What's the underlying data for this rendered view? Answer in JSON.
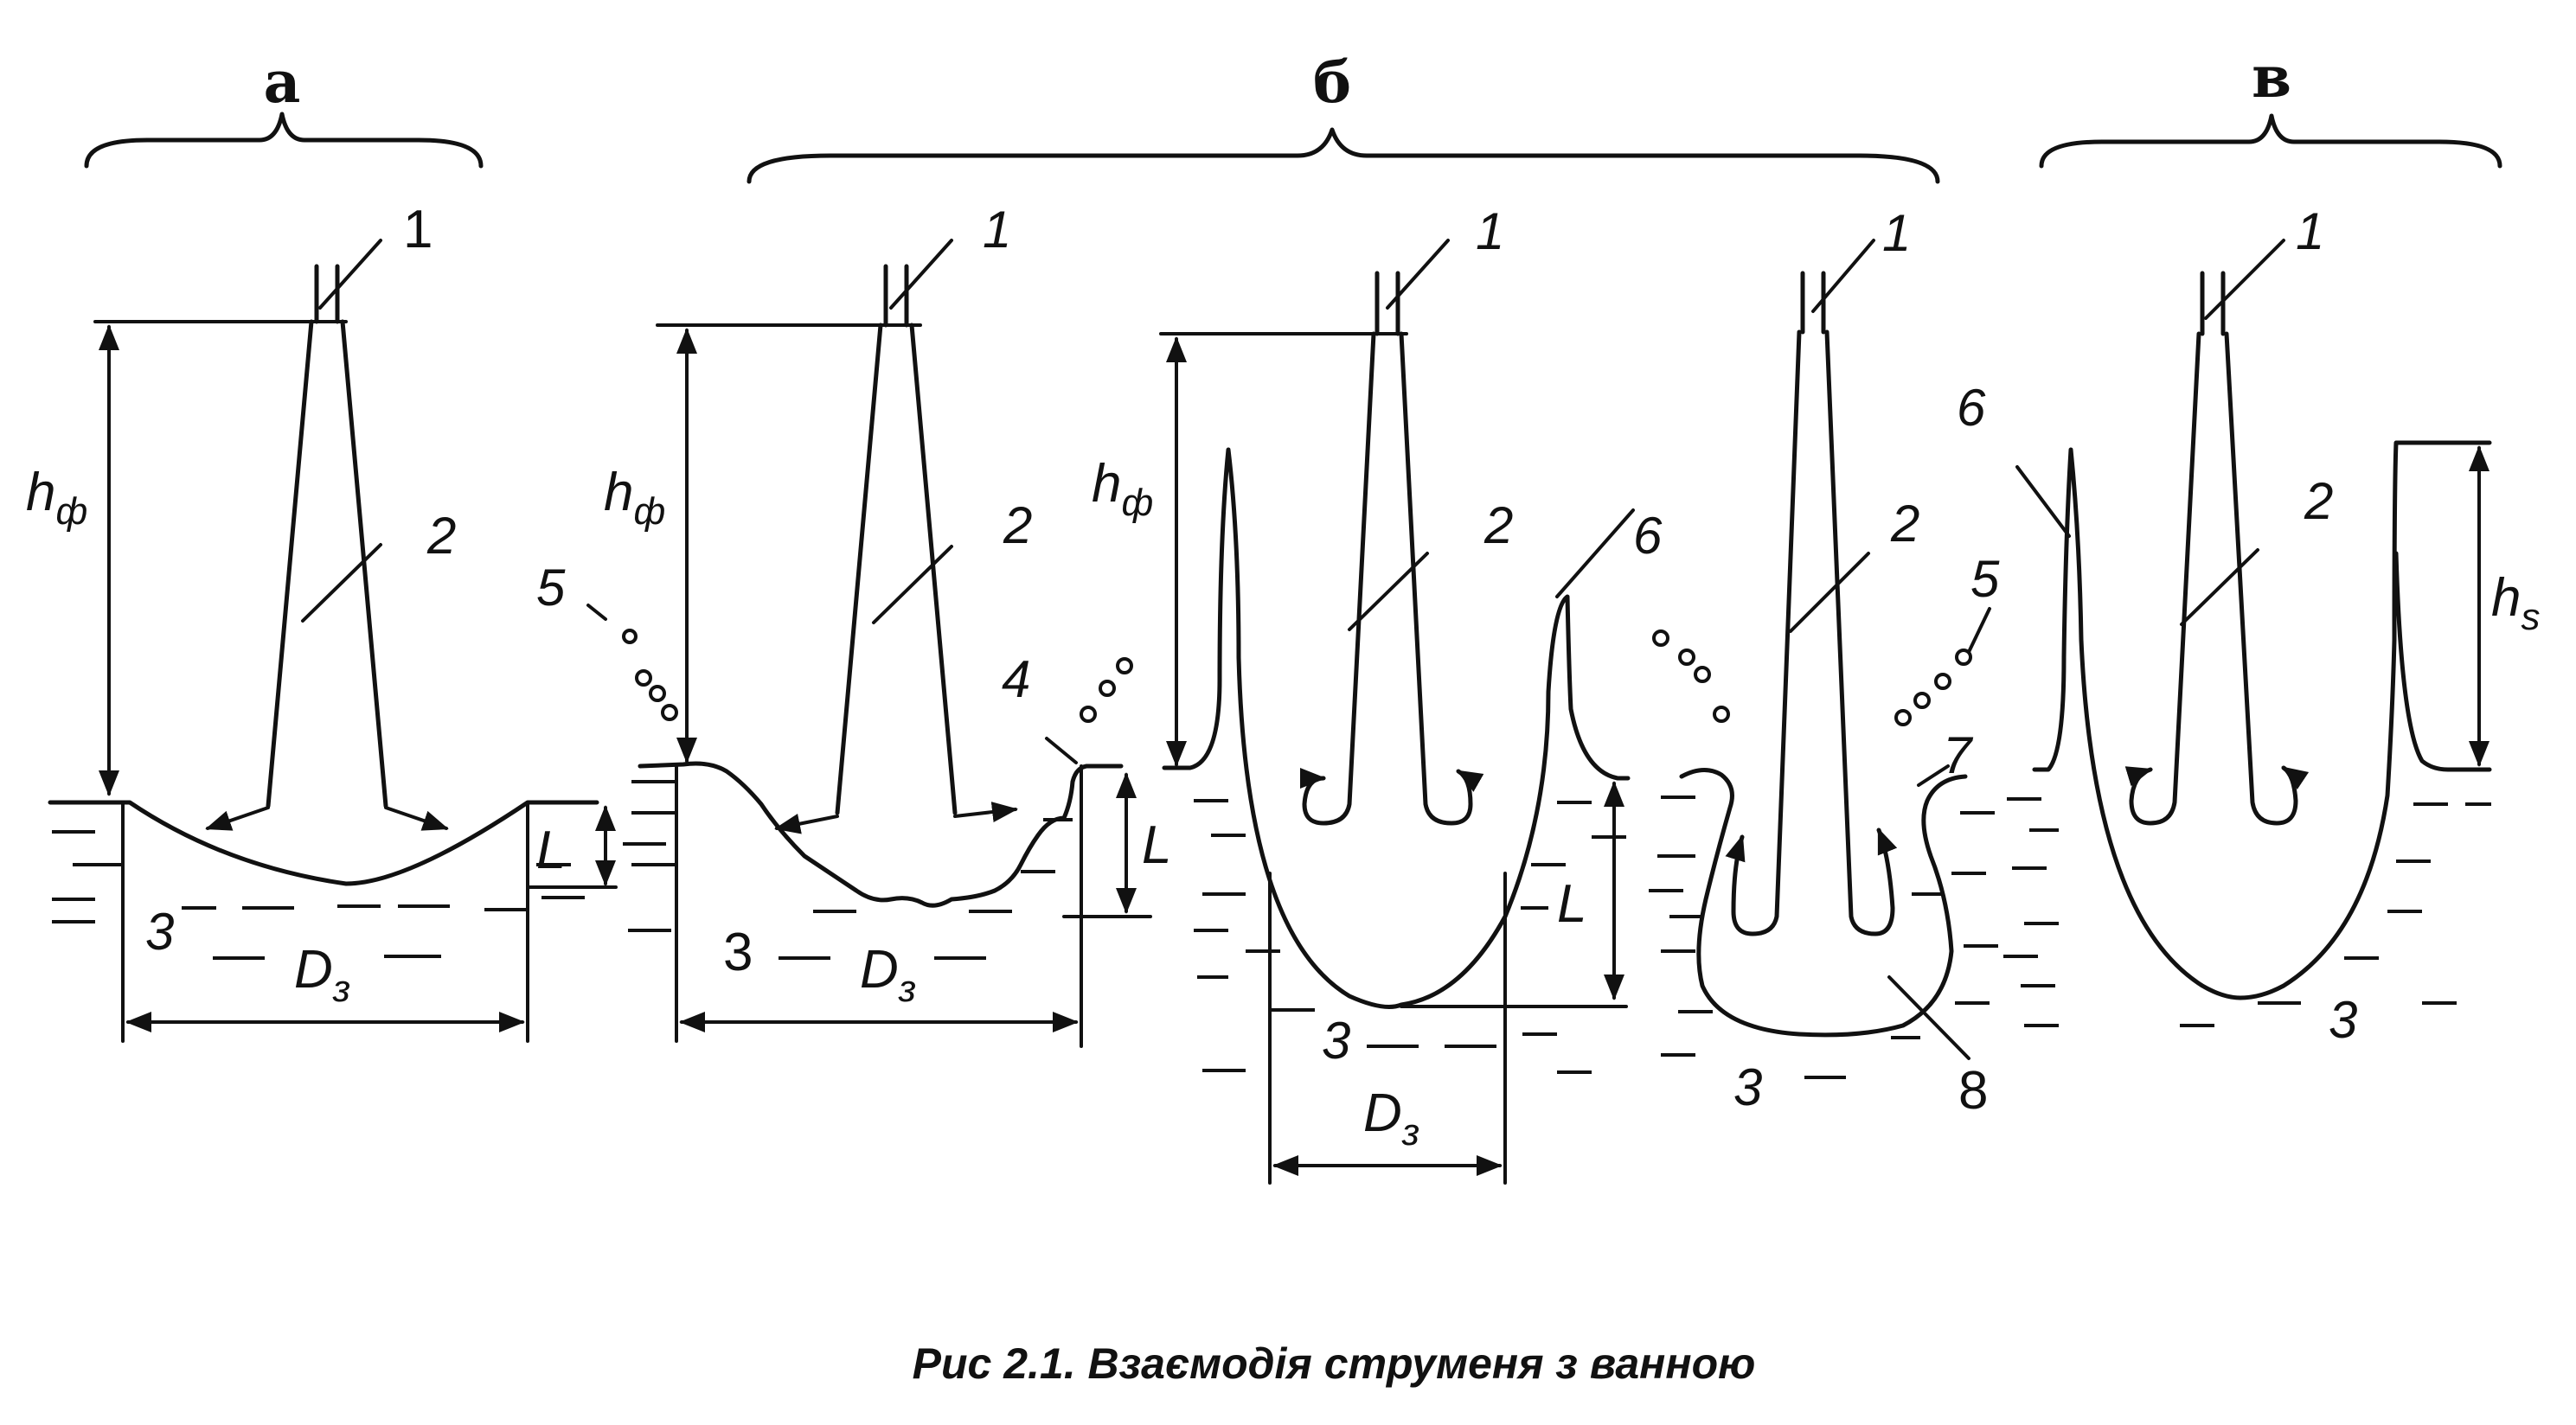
{
  "figure": {
    "panels": {
      "a": "а",
      "b": "б",
      "c": "в"
    },
    "labels": {
      "n1": "1",
      "n2": "2",
      "n3": "3",
      "n4": "4",
      "n5": "5",
      "n6": "6",
      "n7": "7",
      "n8": "8",
      "h": "h",
      "sub_f": "ф",
      "sub_s": "s",
      "L": "L",
      "D": "D",
      "sub_z": "з"
    },
    "caption": "Рис 2.1. Взаємодія струменя з ванною"
  }
}
